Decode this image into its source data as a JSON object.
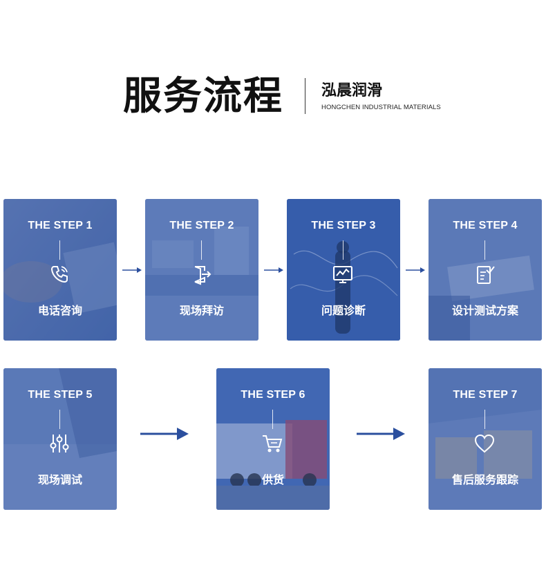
{
  "header": {
    "title": "服务流程",
    "brand_cn": "泓晨润滑",
    "brand_en": "HONGCHEN INDUSTRIAL MATERIALS"
  },
  "steps": [
    {
      "step": "THE STEP 1",
      "label": "电话咨询",
      "icon": "phone-icon"
    },
    {
      "step": "THE STEP 2",
      "label": "现场拜访",
      "icon": "door-enter-icon"
    },
    {
      "step": "THE STEP 3",
      "label": "问题诊断",
      "icon": "chart-monitor-icon"
    },
    {
      "step": "THE STEP 4",
      "label": "设计测试方案",
      "icon": "clipboard-check-icon"
    },
    {
      "step": "THE STEP 5",
      "label": "现场调试",
      "icon": "sliders-icon"
    },
    {
      "step": "THE STEP 6",
      "label": "供货",
      "icon": "cart-icon"
    },
    {
      "step": "THE STEP 7",
      "label": "售后服务跟踪",
      "icon": "heart-icon"
    }
  ],
  "colors": {
    "accent": "#2b4f9e",
    "card_overlay": "#3a5ea8",
    "title": "#111111"
  }
}
